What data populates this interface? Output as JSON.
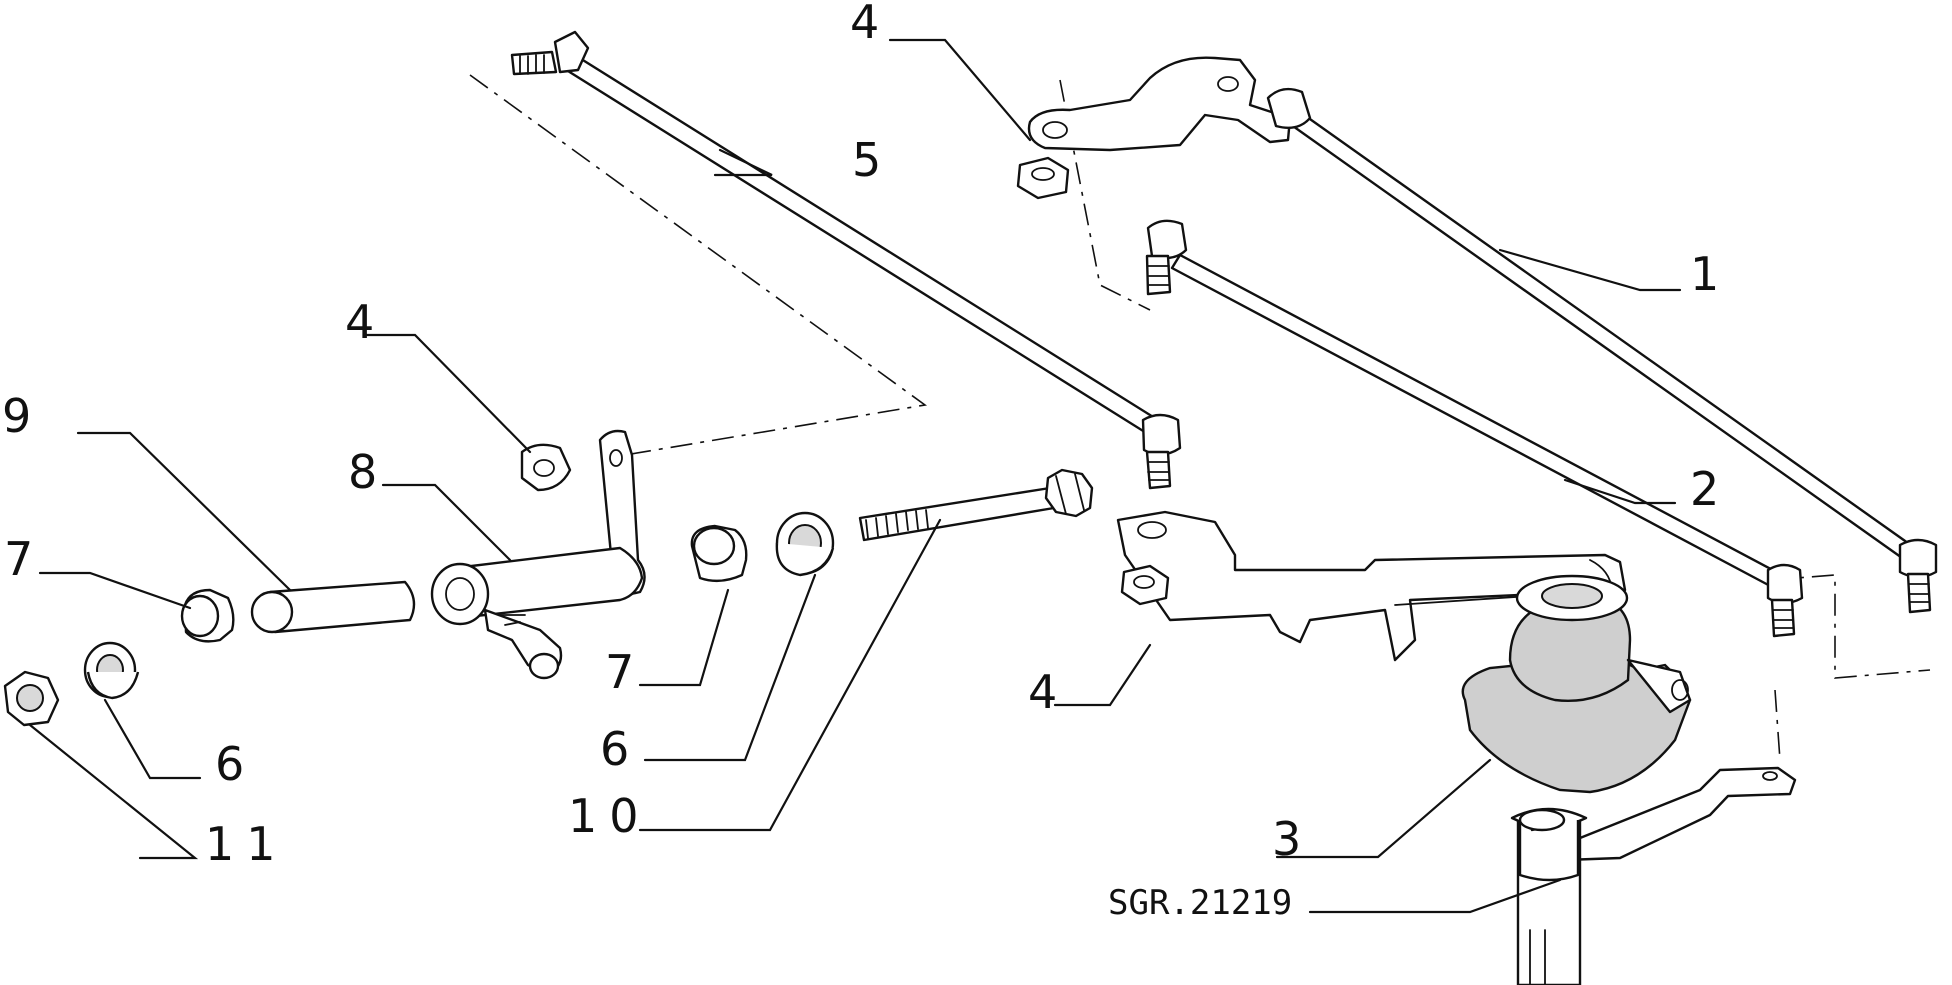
{
  "drawing": {
    "reference_code": "SGR.21219"
  },
  "callouts": [
    {
      "id": "c1",
      "label": "1"
    },
    {
      "id": "c2",
      "label": "2"
    },
    {
      "id": "c3",
      "label": "3"
    },
    {
      "id": "c4a",
      "label": "4"
    },
    {
      "id": "c4b",
      "label": "4"
    },
    {
      "id": "c4c",
      "label": "4"
    },
    {
      "id": "c5",
      "label": "5"
    },
    {
      "id": "c6a",
      "label": "6"
    },
    {
      "id": "c6b",
      "label": "6"
    },
    {
      "id": "c7a",
      "label": "7"
    },
    {
      "id": "c7b",
      "label": "7"
    },
    {
      "id": "c8",
      "label": "8"
    },
    {
      "id": "c9",
      "label": "9"
    },
    {
      "id": "c10",
      "label": "10"
    },
    {
      "id": "c11",
      "label": "11"
    }
  ]
}
